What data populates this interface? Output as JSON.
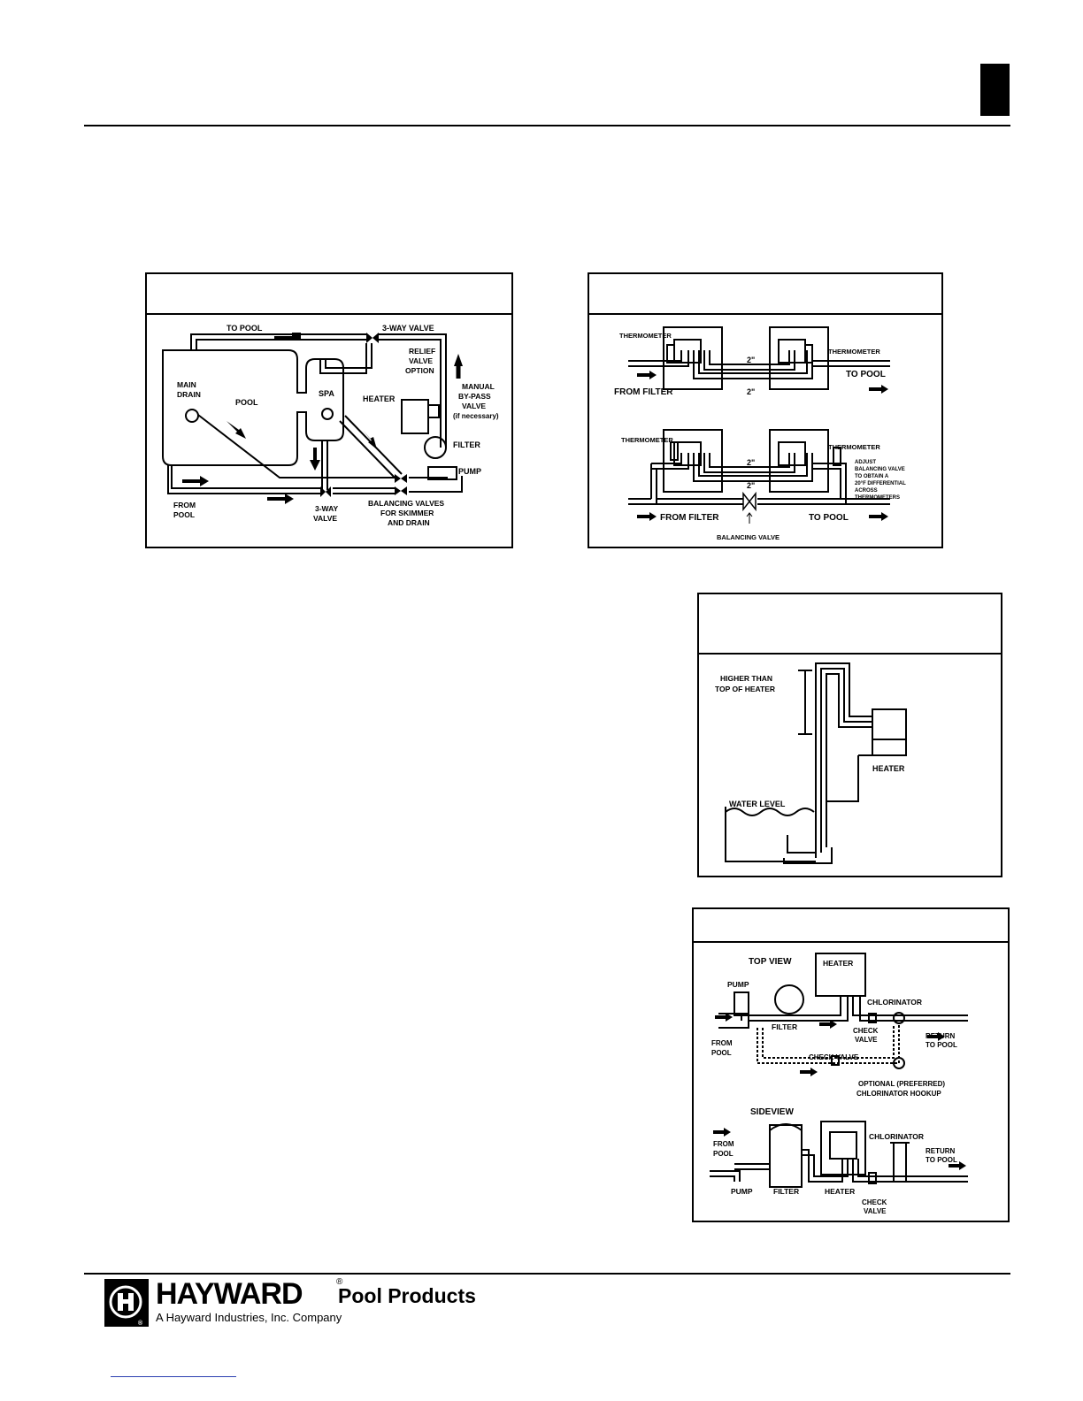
{
  "page_tab_color": "#000000",
  "figure1": {
    "to_pool": "TO POOL",
    "three_way_valve_top": "3-WAY VALVE",
    "relief_valve": [
      "RELIEF",
      "VALVE",
      "OPTION"
    ],
    "manual_bypass": [
      "MANUAL",
      "BY-PASS",
      "VALVE",
      "(if necessary)"
    ],
    "main_drain": [
      "MAIN",
      "DRAIN"
    ],
    "pool": "POOL",
    "spa": "SPA",
    "heater": "HEATER",
    "filter": "FILTER",
    "pump": "PUMP",
    "from_pool": [
      "FROM",
      "POOL"
    ],
    "three_way_valve_bottom": [
      "3-WAY",
      "VALVE"
    ],
    "balancing_valves": [
      "BALANCING VALVES",
      "FOR SKIMMER",
      "AND DRAIN"
    ]
  },
  "figure2": {
    "thermometer": "THERMOMETER",
    "to_pool": "TO POOL",
    "from_filter": "FROM FILTER",
    "pipe_size": "2\"",
    "adjust_note": [
      "ADJUST",
      "BALANCING VALVE",
      "TO OBTAIN A",
      "20°F DIFFERENTIAL",
      "ACROSS",
      "THERMOMETERS"
    ],
    "balancing_valve": "BALANCING VALVE"
  },
  "figure3": {
    "higher_than": [
      "HIGHER THAN",
      "TOP OF HEATER"
    ],
    "heater": "HEATER",
    "water_level": "WATER LEVEL"
  },
  "figure4": {
    "top_view": "TOP VIEW",
    "heater": "HEATER",
    "pump": "PUMP",
    "chlorinator": "CHLORINATOR",
    "filter": "FILTER",
    "check_valve": [
      "CHECK",
      "VALVE"
    ],
    "return_to_pool": [
      "RETURN",
      "TO POOL"
    ],
    "from_pool": [
      "FROM",
      "POOL"
    ],
    "check_valve_inline": "CHECK VALVE",
    "optional": [
      "OPTIONAL (PREFERRED)",
      "CHLORINATOR HOOKUP"
    ],
    "side_view": "SIDEVIEW"
  },
  "footer": {
    "brand": "HAYWARD",
    "registered": "®",
    "product_line": "Pool Products",
    "tagline": "A Hayward Industries, Inc. Company"
  }
}
